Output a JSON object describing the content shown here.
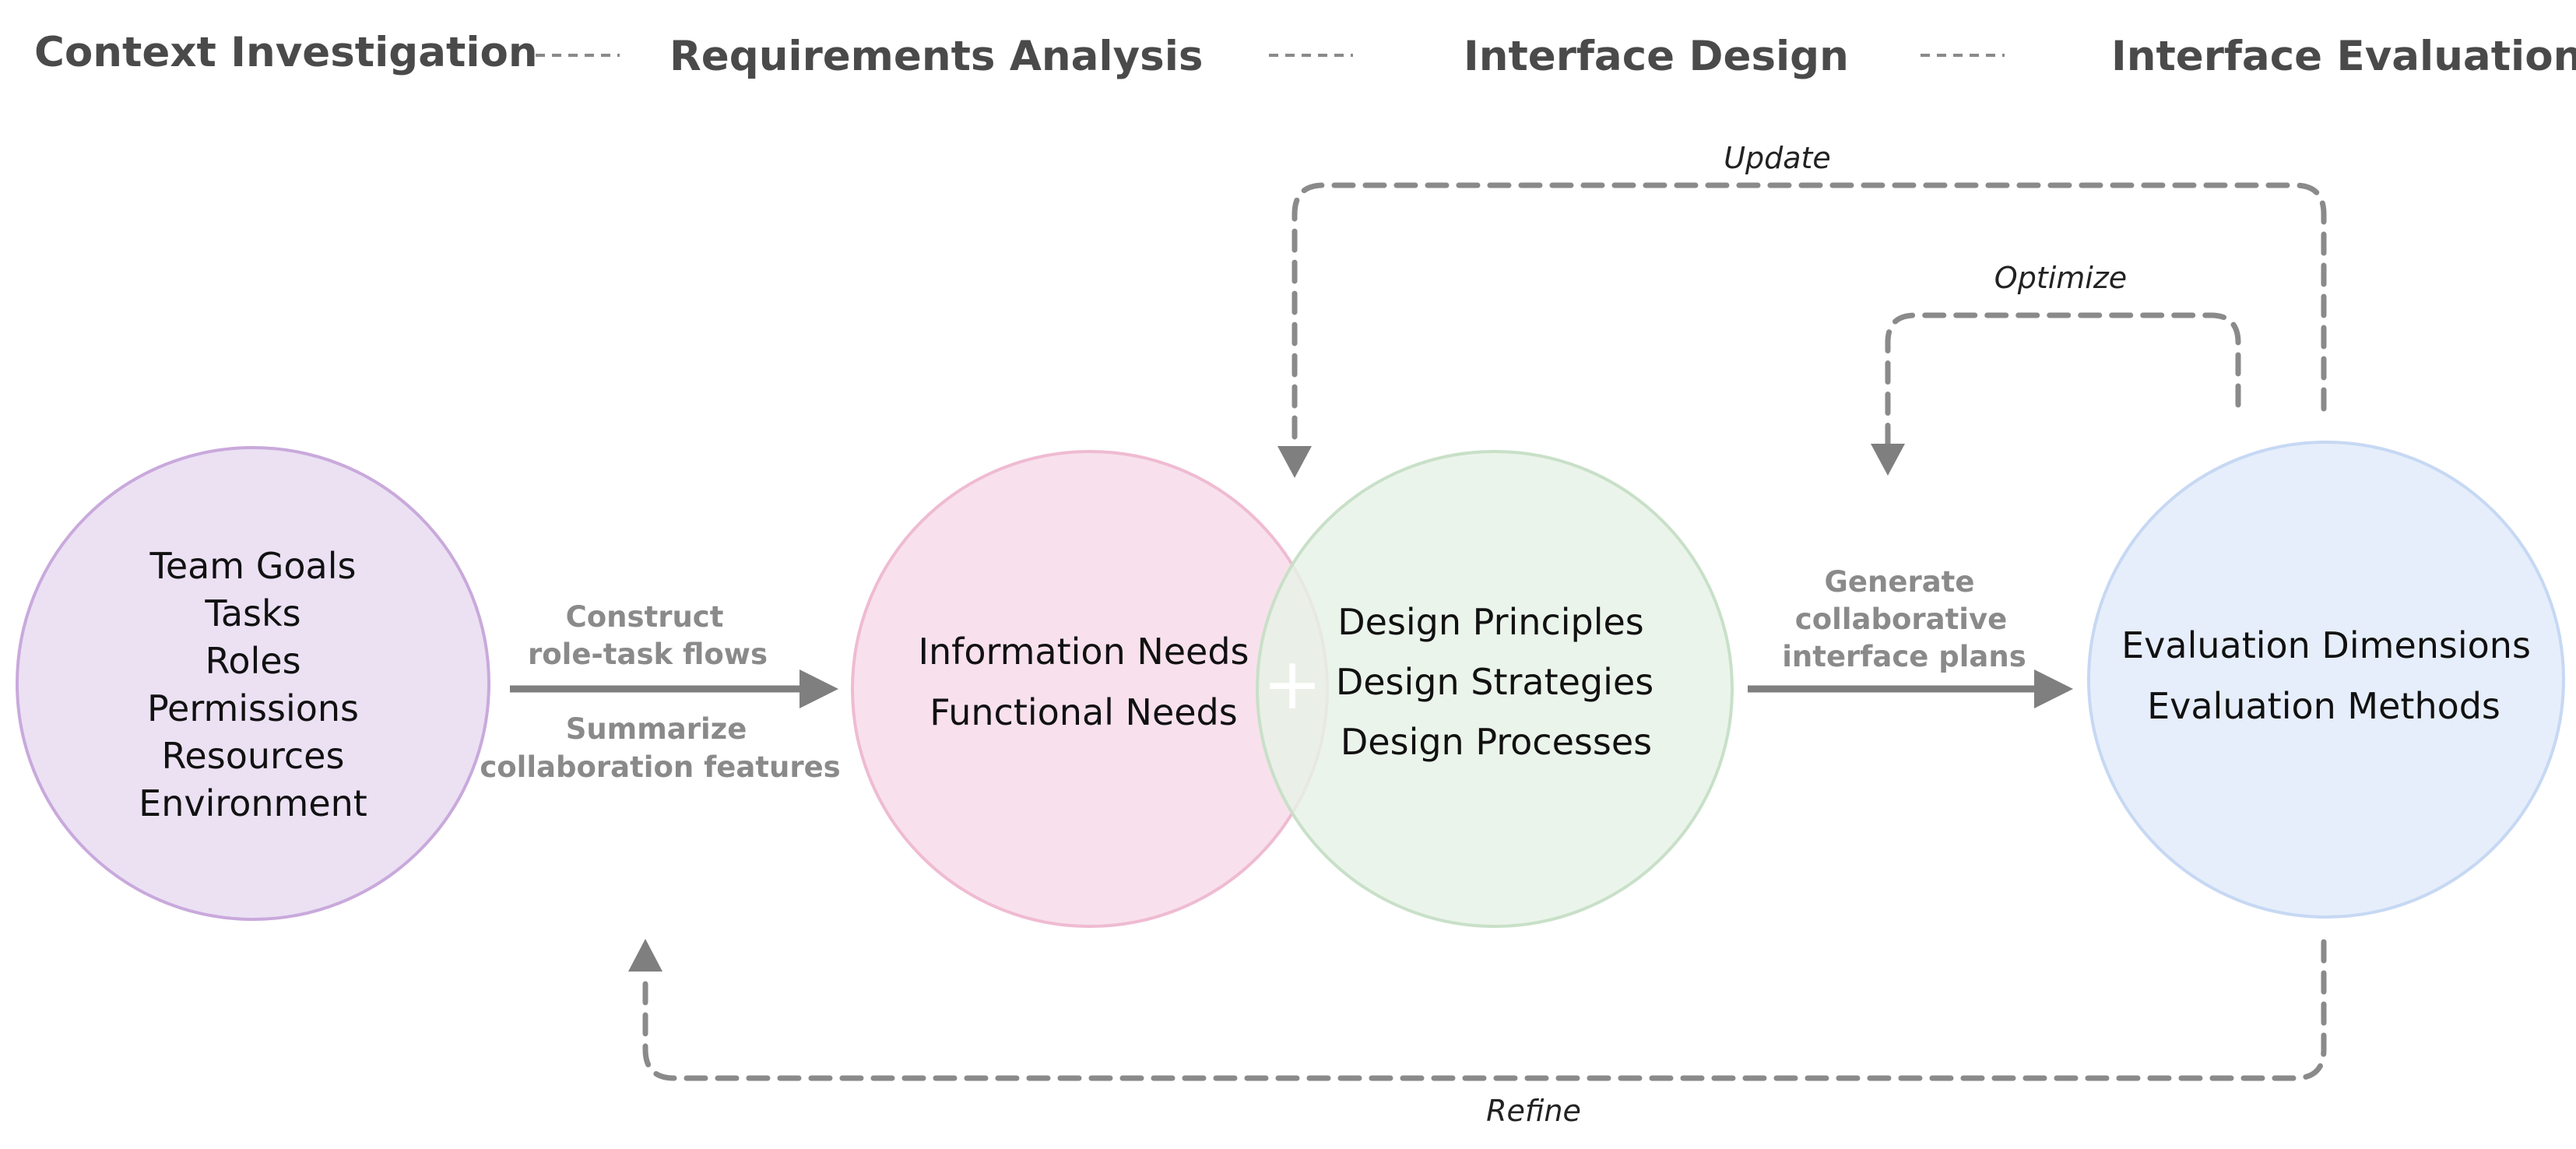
{
  "stages": [
    "Context Investigation",
    "Requirements Analysis",
    "Interface Design",
    "Interface Evaluation"
  ],
  "circles": {
    "context": {
      "items": [
        "Team Goals",
        "Tasks",
        "Roles",
        "Permissions",
        "Resources",
        "Environment"
      ],
      "fill": "#ebe1f3",
      "stroke": "#c9a9dc"
    },
    "requirements": {
      "items": [
        "Information Needs",
        "Functional Needs"
      ],
      "fill": "#f8dfeb",
      "stroke": "#efbbd2"
    },
    "design": {
      "items": [
        "Design Principles",
        "Design Strategies",
        "Design Processes"
      ],
      "fill": "#e6f1e6",
      "stroke": "#c8e0c8"
    },
    "evaluation": {
      "items": [
        "Evaluation Dimensions",
        "Evaluation Methods"
      ],
      "fill": "#e6eefb",
      "stroke": "#c6d8f3"
    }
  },
  "plus_symbol": "+",
  "arrows": {
    "context_to_requirements": {
      "above": [
        "Construct",
        "role-task flows"
      ],
      "below": [
        "Summarize",
        "collaboration features"
      ]
    },
    "design_to_evaluation": {
      "above": [
        "Generate",
        "collaborative",
        "interface plans"
      ]
    }
  },
  "loops": {
    "update": "Update",
    "optimize": "Optimize",
    "refine": "Refine"
  }
}
